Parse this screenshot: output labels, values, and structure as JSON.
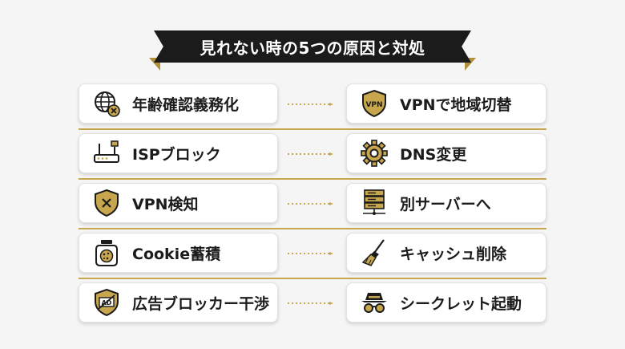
{
  "title": "見れない時の5つの原因と対処",
  "rows": [
    {
      "cause": "年齢確認義務化",
      "cause_icon": "globe-x-icon",
      "fix": "VPNで地域切替",
      "fix_icon": "vpn-shield-icon",
      "fix_icon_text": "VPN"
    },
    {
      "cause": "ISPブロック",
      "cause_icon": "router-icon",
      "fix": "DNS変更",
      "fix_icon": "gear-icon"
    },
    {
      "cause": "VPN検知",
      "cause_icon": "shield-x-icon",
      "fix": "別サーバーへ",
      "fix_icon": "server-icon"
    },
    {
      "cause": "Cookie蓄積",
      "cause_icon": "cookie-jar-icon",
      "fix": "キャッシュ削除",
      "fix_icon": "broom-icon"
    },
    {
      "cause": "広告ブロッカー干渉",
      "cause_icon": "ad-block-icon",
      "cause_icon_text": "AD",
      "fix": "シークレット起動",
      "fix_icon": "incognito-icon"
    }
  ],
  "colors": {
    "gold": "#c7a64d",
    "dark": "#1b1b1b",
    "background": "#f5f5f5"
  }
}
